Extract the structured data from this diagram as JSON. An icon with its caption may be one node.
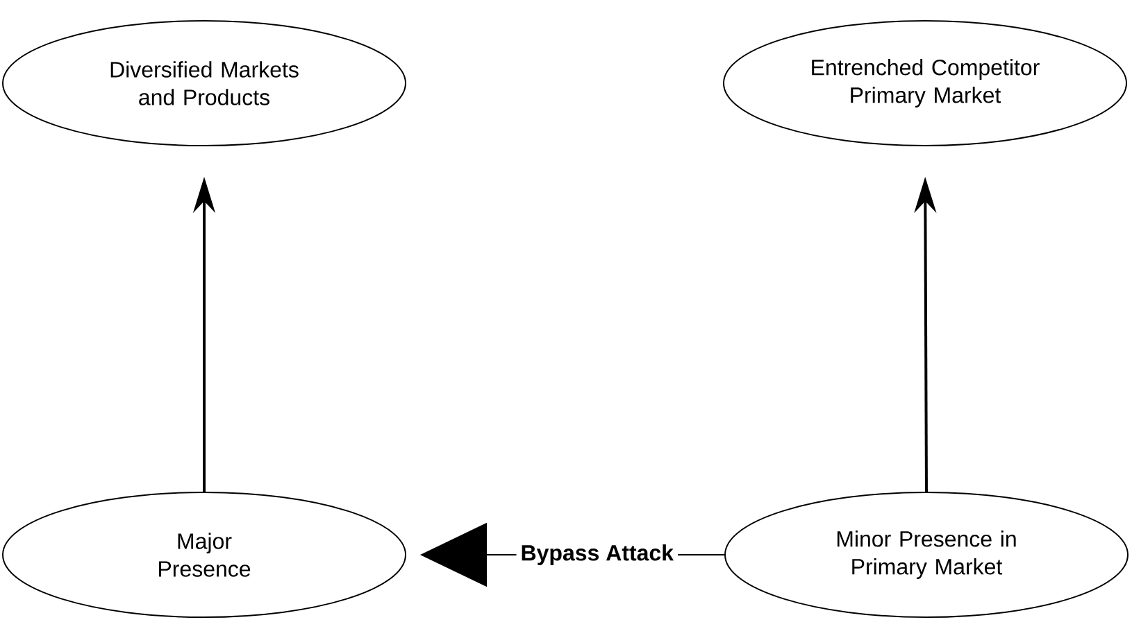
{
  "diagram": {
    "nodes": [
      {
        "text": [
          "Diversified Markets and Products"
        ]
      },
      {
        "text": [
          "Entrenched Competitor Primary Market"
        ]
      },
      {
        "text": [
          "Major Presence"
        ]
      },
      {
        "text": [
          "Minor Presence in Primary Market"
        ]
      }
    ],
    "edges": [
      {
        "from": 2,
        "to": 0,
        "arrow": "to"
      },
      {
        "from": 3,
        "to": 1,
        "arrow": "to"
      },
      {
        "from": 3,
        "to": 2,
        "arrow": "to",
        "label": "Bypass Attack"
      }
    ]
  }
}
